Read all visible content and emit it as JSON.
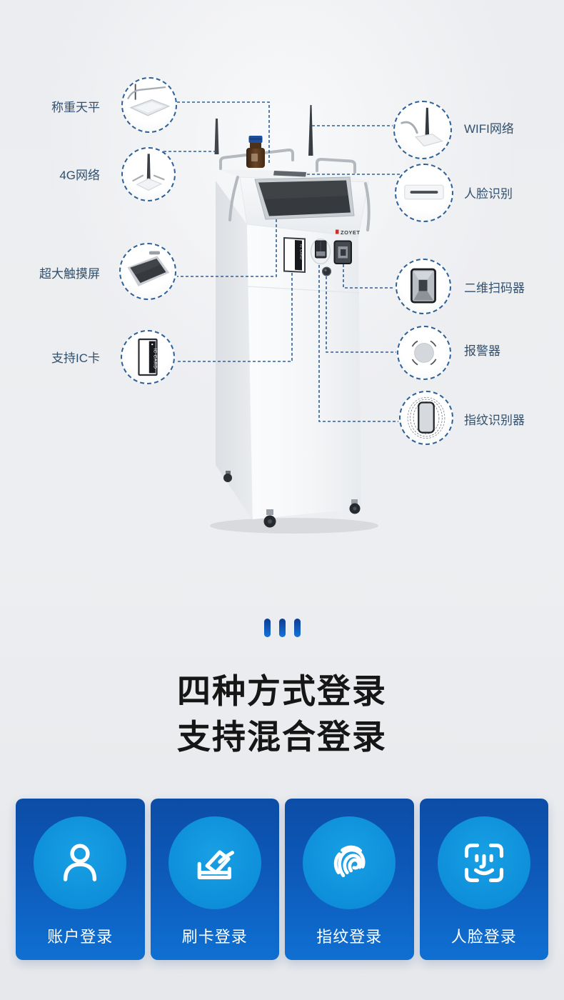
{
  "brand": {
    "logo_text": "ZOYET"
  },
  "machine": {
    "ic_card_slot_text": "IC CARD"
  },
  "callouts": {
    "left": [
      {
        "label": "称重天平",
        "icon": "weighing-balance-icon"
      },
      {
        "label": "4G网络",
        "icon": "antenna-4g-icon"
      },
      {
        "label": "超大触摸屏",
        "icon": "touch-screen-icon"
      },
      {
        "label": "支持IC卡",
        "icon": "ic-card-reader-icon",
        "card_text": "IC CARD"
      }
    ],
    "right": [
      {
        "label": "WIFI网络",
        "icon": "wifi-antenna-icon"
      },
      {
        "label": "人脸识别",
        "icon": "face-camera-icon"
      },
      {
        "label": "二维扫码器",
        "icon": "qr-scanner-icon"
      },
      {
        "label": "报警器",
        "icon": "alarm-icon"
      },
      {
        "label": "指纹识别器",
        "icon": "fingerprint-reader-icon"
      }
    ]
  },
  "heading": {
    "line1": "四种方式登录",
    "line2": "支持混合登录"
  },
  "login_methods": [
    {
      "label": "账户登录",
      "icon": "user-icon"
    },
    {
      "label": "刷卡登录",
      "icon": "card-swipe-icon"
    },
    {
      "label": "指纹登录",
      "icon": "fingerprint-icon"
    },
    {
      "label": "人脸登录",
      "icon": "face-id-icon"
    }
  ],
  "colors": {
    "callout_line": "#2f6096",
    "label_text": "#32506d",
    "heading_text": "#161616",
    "card_gradient_top": "#0c4da6",
    "card_gradient_bottom": "#0f70d2",
    "card_circle": "#1092dc",
    "divider_top": "#0d3c92",
    "divider_bottom": "#1473dc",
    "background": "#edeef1"
  }
}
